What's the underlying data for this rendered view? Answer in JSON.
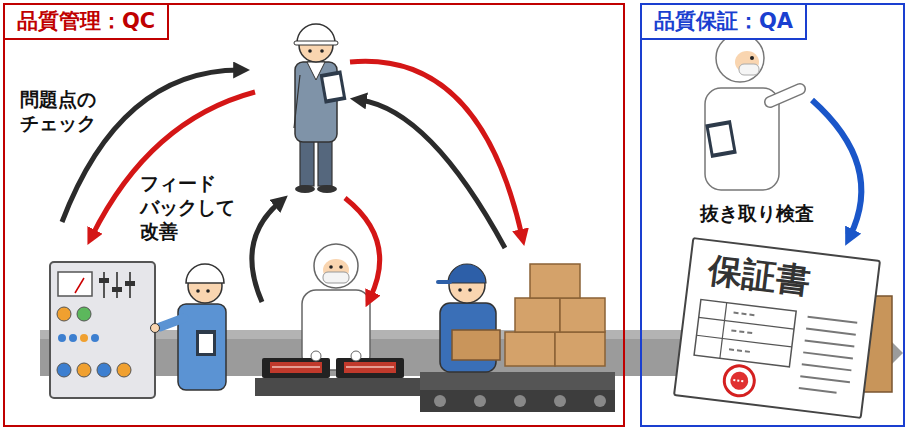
{
  "diagram": {
    "nodes": [
      {
        "text": [
          "品質管理：QC"
        ]
      },
      {
        "text": [
          "品質保証：QA"
        ]
      },
      {
        "text": [
          "保証書"
        ],
        "in": 1
      }
    ],
    "labels": [
      "問題点の チェック",
      "フィード バックして 改善",
      "抜き取り検査"
    ]
  }
}
